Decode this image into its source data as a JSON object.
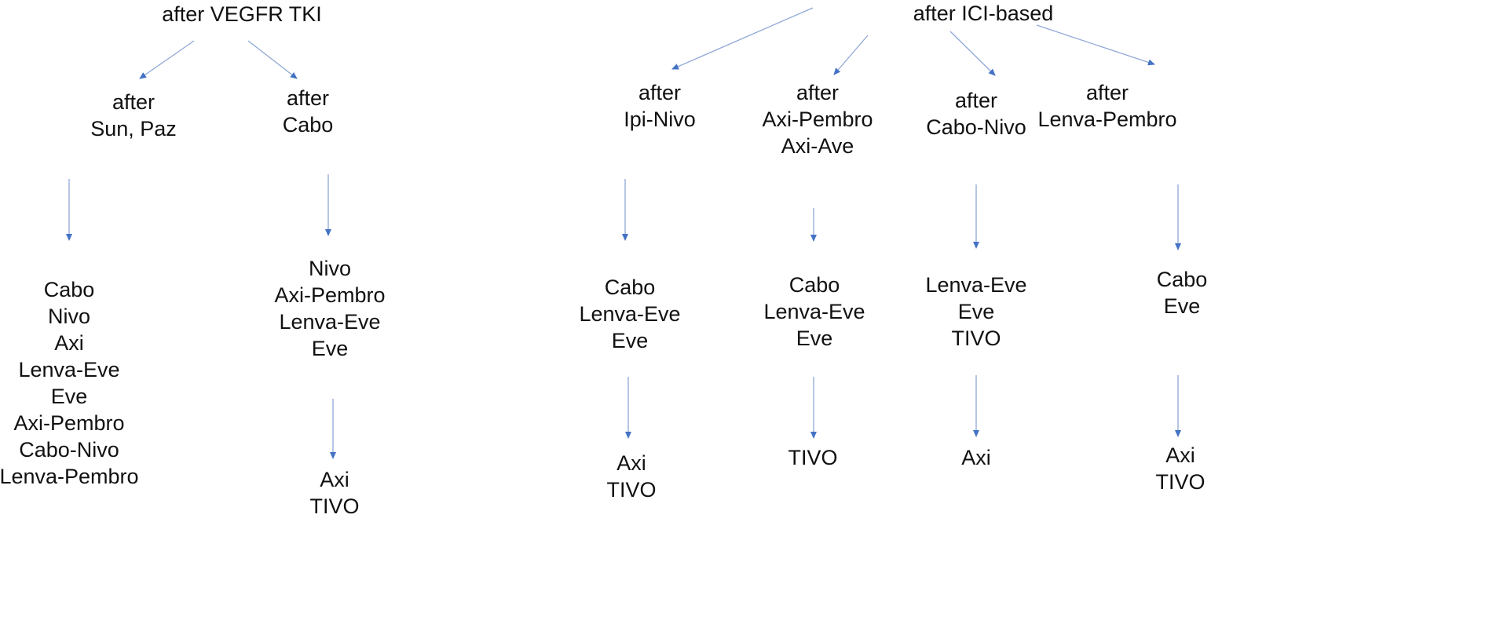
{
  "colors": {
    "arrow": "#4472c4"
  },
  "left_tree": {
    "root": "after VEGFR TKI",
    "branches": [
      {
        "header": [
          "after",
          "Sun, Paz"
        ],
        "options": [
          "Cabo",
          "Nivo",
          "Axi",
          "Lenva-Eve",
          "Eve",
          "Axi-Pembro",
          "Cabo-Nivo",
          "Lenva-Pembro"
        ],
        "next": []
      },
      {
        "header": [
          "after",
          "Cabo"
        ],
        "options": [
          "Nivo",
          "Axi-Pembro",
          "Lenva-Eve",
          "Eve"
        ],
        "next": [
          "Axi",
          "TIVO"
        ]
      }
    ]
  },
  "right_tree": {
    "root": "after ICI-based",
    "branches": [
      {
        "header": [
          "after",
          "Ipi-Nivo"
        ],
        "options": [
          "Cabo",
          "Lenva-Eve",
          "Eve"
        ],
        "next": [
          "Axi",
          "TIVO"
        ]
      },
      {
        "header": [
          "after",
          "Axi-Pembro",
          "Axi-Ave"
        ],
        "options": [
          "Cabo",
          "Lenva-Eve",
          "Eve"
        ],
        "next": [
          "TIVO"
        ]
      },
      {
        "header": [
          "after",
          "Cabo-Nivo"
        ],
        "options": [
          "Lenva-Eve",
          "Eve",
          "TIVO"
        ],
        "next": [
          "Axi"
        ]
      },
      {
        "header": [
          "after",
          "Lenva-Pembro"
        ],
        "options": [
          "Cabo",
          "Eve"
        ],
        "next": [
          "Axi",
          "TIVO"
        ]
      }
    ]
  }
}
